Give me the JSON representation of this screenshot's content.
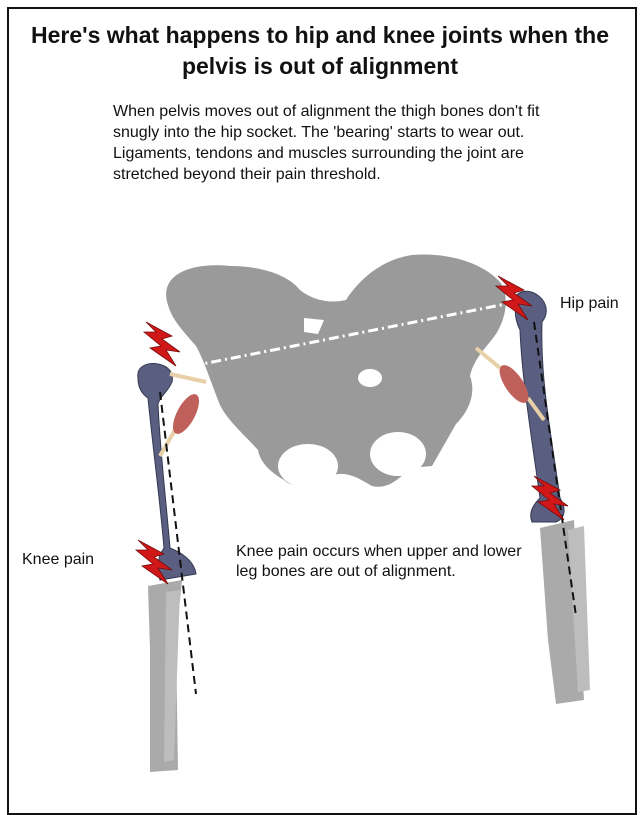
{
  "title": "Here's what happens to hip and knee joints when the pelvis is out of alignment",
  "intro": "When pelvis moves out of alignment the thigh bones don't fit snugly into the hip socket. The 'bearing' starts to wear out. Ligaments, tendons and muscles surrounding the joint are stretched beyond their pain threshold.",
  "labels": {
    "hip_pain": "Hip pain",
    "knee_pain": "Knee pain",
    "knee_description": "Knee pain occurs when upper and lower leg bones are out of alignment."
  },
  "colors": {
    "bone": "#9a9a9a",
    "femur": "#5a5f82",
    "pain_bolt": "#d01818",
    "muscle": "#c0605a",
    "ligament": "#e8d0a8",
    "alignment_line": "#111111",
    "pelvis_line": "#ffffff"
  },
  "icons": [
    "pain-bolt-icon"
  ]
}
